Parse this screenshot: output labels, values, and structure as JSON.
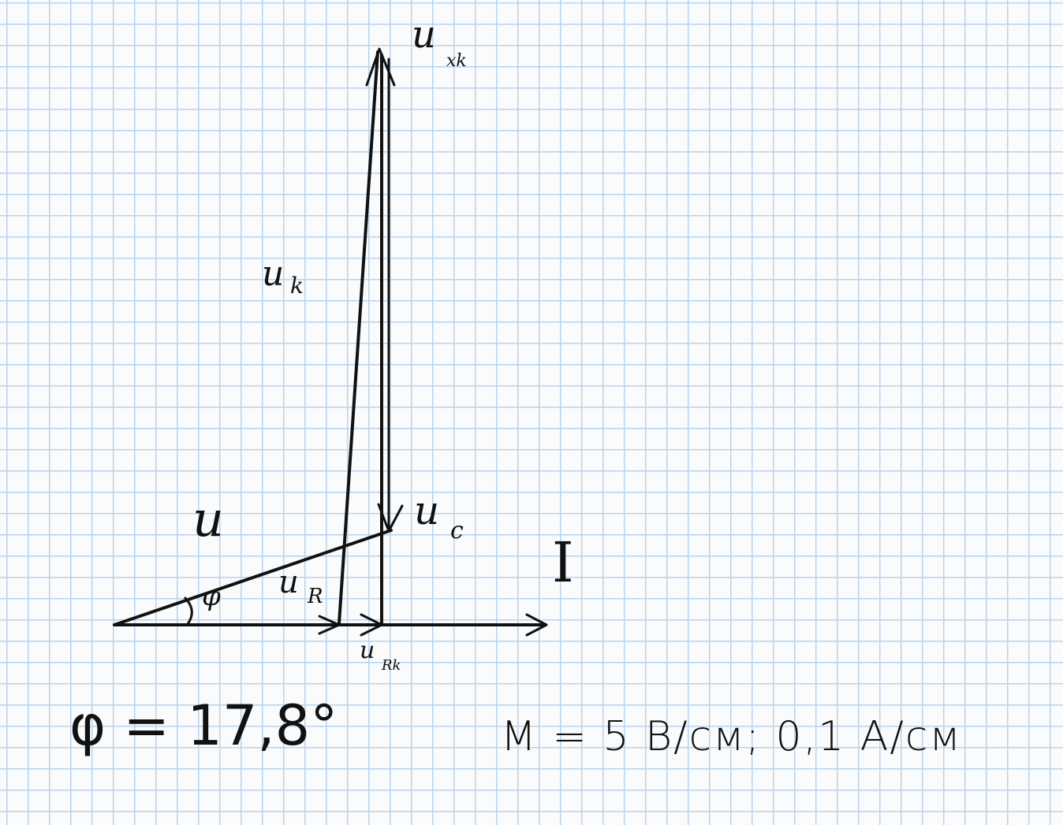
{
  "labels": {
    "u_xk": "u",
    "u_xk_sub": "xk",
    "u_k": "u",
    "u_k_sub": "k",
    "u": "u",
    "u_c": "u",
    "u_c_sub": "c",
    "u_r": "u",
    "u_r_sub": "R",
    "u_rk": "u",
    "u_rk_sub": "Rk",
    "phi": "φ",
    "current": "I"
  },
  "notes": {
    "phi_value": "φ = 17,8°",
    "scale": "M = 5 В/см; 0,1 А/см"
  }
}
